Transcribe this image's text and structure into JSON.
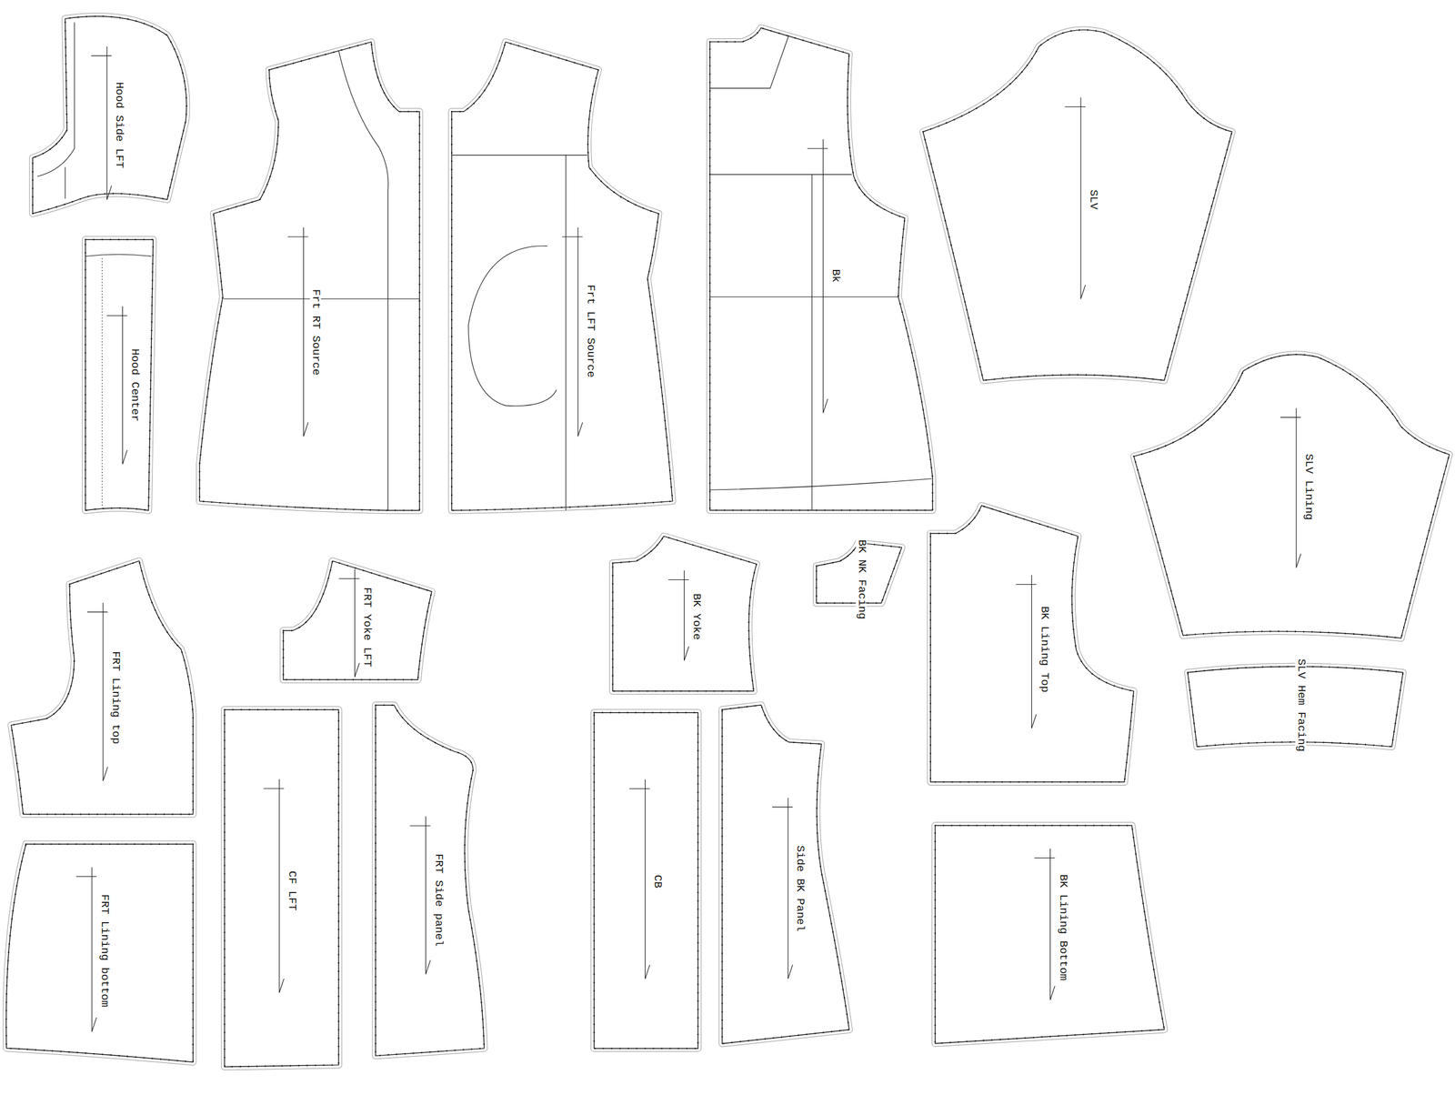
{
  "diagram": {
    "nodes": [
      {
        "text": [
          "Hood Side LFT"
        ]
      },
      {
        "text": [
          "Hood Center"
        ]
      },
      {
        "text": [
          "Frt RT Source"
        ]
      },
      {
        "text": [
          "Frt LFT Source"
        ]
      },
      {
        "text": [
          "Bk"
        ]
      },
      {
        "text": [
          "SLV"
        ]
      },
      {
        "text": [
          "SLV Lining"
        ]
      },
      {
        "text": [
          "SLV Hem Facing"
        ]
      },
      {
        "text": [
          "FRT Lining top"
        ]
      },
      {
        "text": [
          "FRT Yoke LFT"
        ]
      },
      {
        "text": [
          "BK Yoke"
        ]
      },
      {
        "text": [
          "BK NK Facing"
        ]
      },
      {
        "text": [
          "BK Lining Top"
        ]
      },
      {
        "text": [
          "FRT Lining bottom"
        ]
      },
      {
        "text": [
          "CF LFT"
        ]
      },
      {
        "text": [
          "FRT Side panel"
        ]
      },
      {
        "text": [
          "CB"
        ]
      },
      {
        "text": [
          "Side BK Panel"
        ]
      },
      {
        "text": [
          "BK Lining Bottom"
        ]
      }
    ]
  }
}
